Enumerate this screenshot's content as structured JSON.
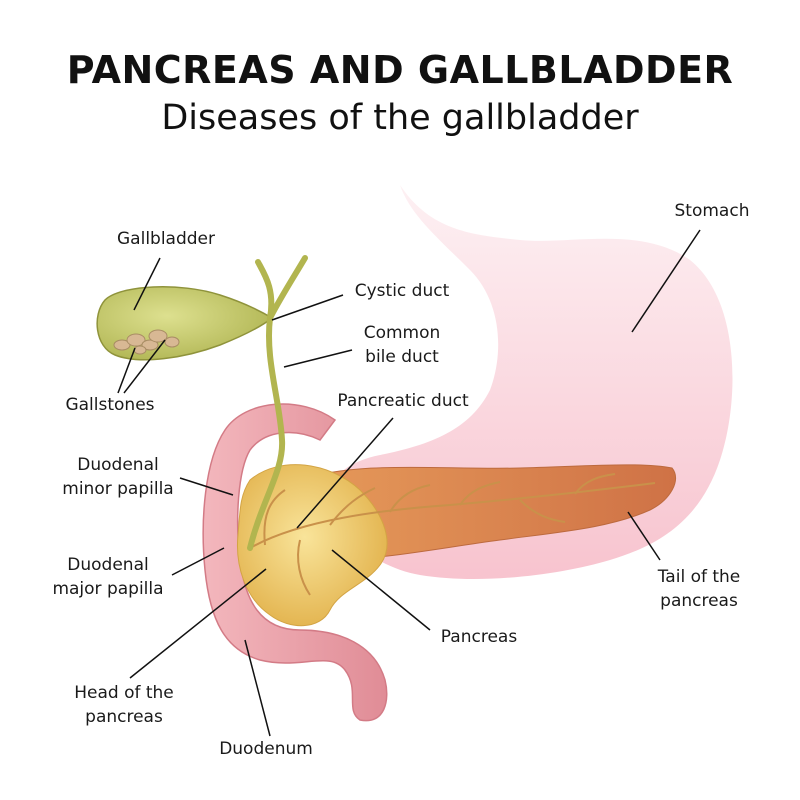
{
  "title": "PANCREAS AND GALLBLADDER",
  "subtitle": "Diseases of the gallbladder",
  "labels": {
    "stomach": "Stomach",
    "gallbladder": "Gallbladder",
    "cystic_duct": "Cystic duct",
    "common_bile_duct_1": "Common",
    "common_bile_duct_2": "bile duct",
    "gallstones": "Gallstones",
    "pancreatic_duct": "Pancreatic duct",
    "minor_papilla_1": "Duodenal",
    "minor_papilla_2": "minor papilla",
    "major_papilla_1": "Duodenal",
    "major_papilla_2": "major papilla",
    "tail_1": "Tail of the",
    "tail_2": "pancreas",
    "pancreas": "Pancreas",
    "head_1": "Head of the",
    "head_2": "pancreas",
    "duodenum": "Duodenum"
  },
  "colors": {
    "stomach": "#f7c9d2",
    "pancreas_tail": "#d9824e",
    "pancreas_head": "#f0d071",
    "duodenum": "#e9a0a8",
    "gallbladder": "#c2c76a",
    "bile_duct": "#b2b54f",
    "gallstone": "#d8b894"
  }
}
